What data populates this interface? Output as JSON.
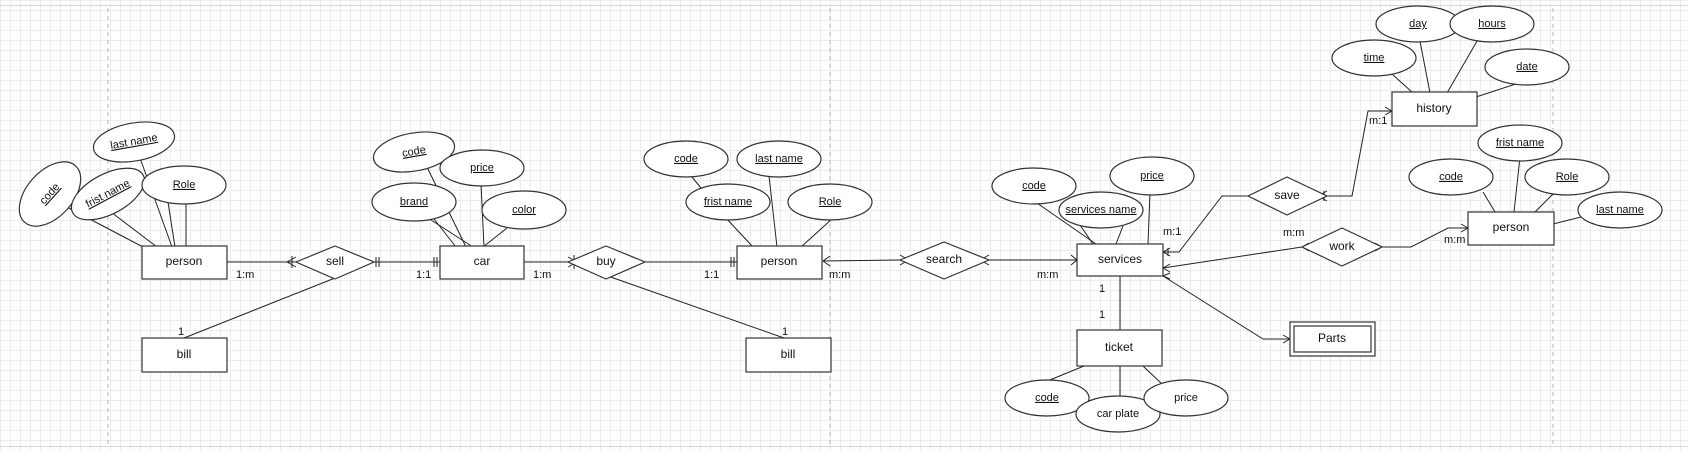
{
  "entities": {
    "person_left": "person",
    "bill_left": "bill",
    "car": "car",
    "person_mid": "person",
    "bill_mid": "bill",
    "services": "services",
    "ticket": "ticket",
    "parts": "Parts",
    "history": "history",
    "person_right": "person"
  },
  "relationships": {
    "sell": "sell",
    "buy": "buy",
    "search": "search",
    "save": "save",
    "work": "work"
  },
  "attributes": {
    "pl_code": "code",
    "pl_frist_name": "frist name",
    "pl_last_name": "last name",
    "pl_role": "Role",
    "car_code": "code",
    "car_price": "price",
    "car_brand": "brand",
    "car_color": "color",
    "pm_code": "code",
    "pm_last_name": "last name",
    "pm_frist_name": "frist name",
    "pm_role": "Role",
    "sv_code": "code",
    "sv_price": "price",
    "sv_services_name": "services name",
    "tk_code": "code",
    "tk_car_plate": "car plate",
    "tk_price": "price",
    "h_day": "day",
    "h_hours": "hours",
    "h_time": "time",
    "h_date": "date",
    "pr_frist_name": "frist name",
    "pr_code": "code",
    "pr_role": "Role",
    "pr_last_name": "last name"
  },
  "cardinalities": {
    "sell_person": "1:m",
    "sell_bill": "1",
    "sell_car": "1:1",
    "buy_car": "1:m",
    "buy_person": "1:1",
    "buy_bill": "1",
    "search_person": "m:m",
    "search_services": "m:m",
    "save_services": "m:1",
    "save_history": "m:1",
    "work_services": "m:m",
    "work_person": "m:m",
    "services_ticket": "1",
    "ticket_services": "1"
  }
}
